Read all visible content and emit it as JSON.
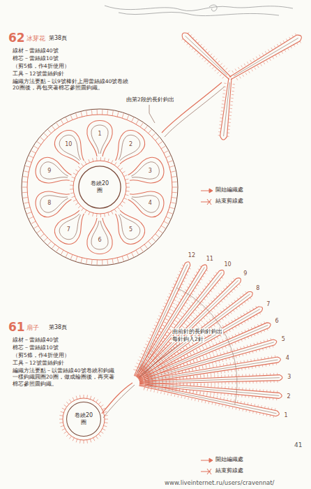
{
  "diagram": {
    "nodes": [
      {
        "text": [
          "卷繞20圈"
        ]
      },
      {
        "text": [
          "卷繞20圈"
        ]
      }
    ],
    "labels": [
      "62",
      "冰芽花",
      "第38頁",
      "線材－蕾絲線40號",
      "棉芯－蕾絲線10號",
      "（剪5條，作4折使用）",
      "工具－12號蕾絲鉤針",
      "編織方法要點－以9號棒針上用蕾絲線40號卷繞20圈後，再包夾著棉芯參照圖鉤織。",
      "由第2段的長針鉤出",
      "1",
      "2",
      "3",
      "4",
      "5",
      "6",
      "7",
      "8",
      "9",
      "10",
      "61",
      "扇子",
      "第38頁",
      "線材－蕾絲線40號",
      "棉芯－蕾絲線10號",
      "（剪5條，作4折使用）",
      "工具－12號蕾絲鉤針",
      "編織方法要點－以蕾絲線40號卷繞和鉤織一樣鉤織圓圈20圈，做成輪圈後，再夾著棉芯參照圖鉤織。",
      "由前針的長鉤針鉤出",
      "每針鉤入2針",
      "1",
      "2",
      "3",
      "4",
      "5",
      "6",
      "7",
      "8",
      "9",
      "10",
      "11",
      "12",
      "41",
      "www.liveinternet.ru/users/cravennat/"
    ],
    "legend": [
      {
        "text": "開始編織處"
      },
      {
        "text": "結束剪線處"
      },
      {
        "text": "開始編織處"
      },
      {
        "text": "結束剪線處"
      }
    ]
  }
}
